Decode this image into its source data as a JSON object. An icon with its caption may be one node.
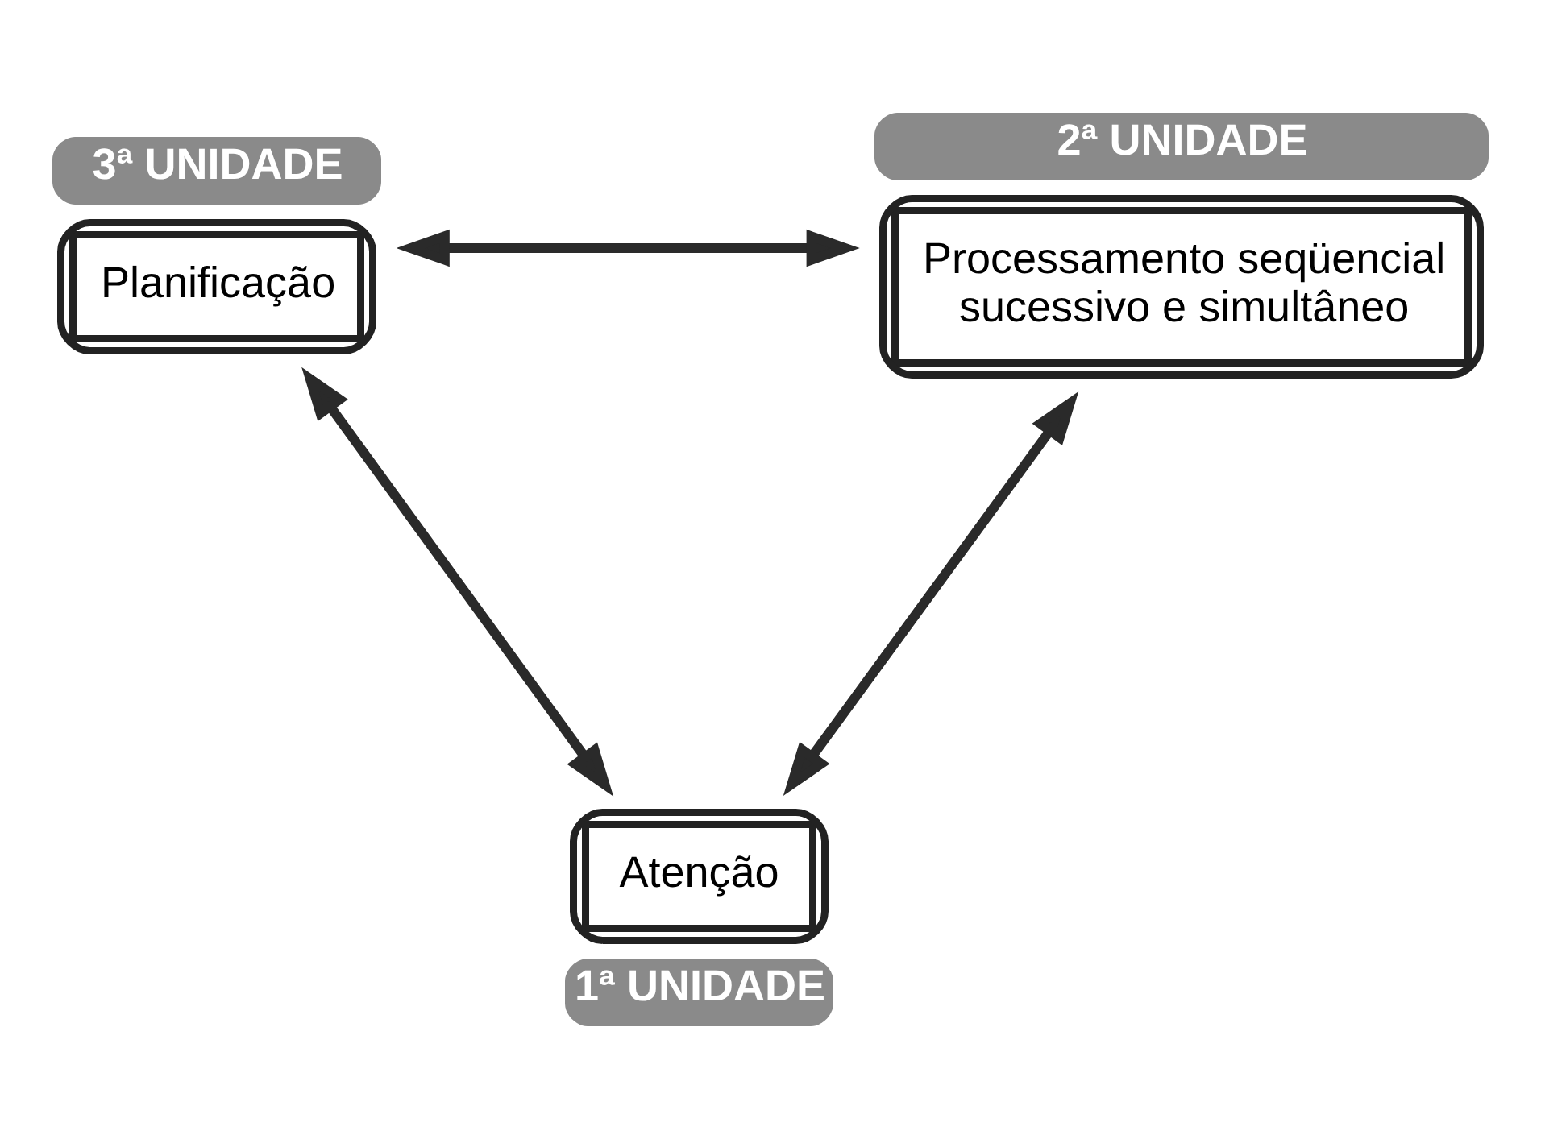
{
  "diagram": {
    "nodes": [
      {
        "text": [
          "3ª UNIDADE",
          "Planificação"
        ]
      },
      {
        "text": [
          "2ª UNIDADE",
          "Processamento seqüencial sucessivo e simultâneo"
        ]
      },
      {
        "text": [
          "Atenção",
          "1ª UNIDADE"
        ]
      }
    ],
    "edges": [
      {
        "from": 0,
        "to": 1,
        "arrow": "both"
      },
      {
        "from": 0,
        "to": 2,
        "arrow": "both"
      },
      {
        "from": 1,
        "to": 2,
        "arrow": "both"
      }
    ]
  }
}
